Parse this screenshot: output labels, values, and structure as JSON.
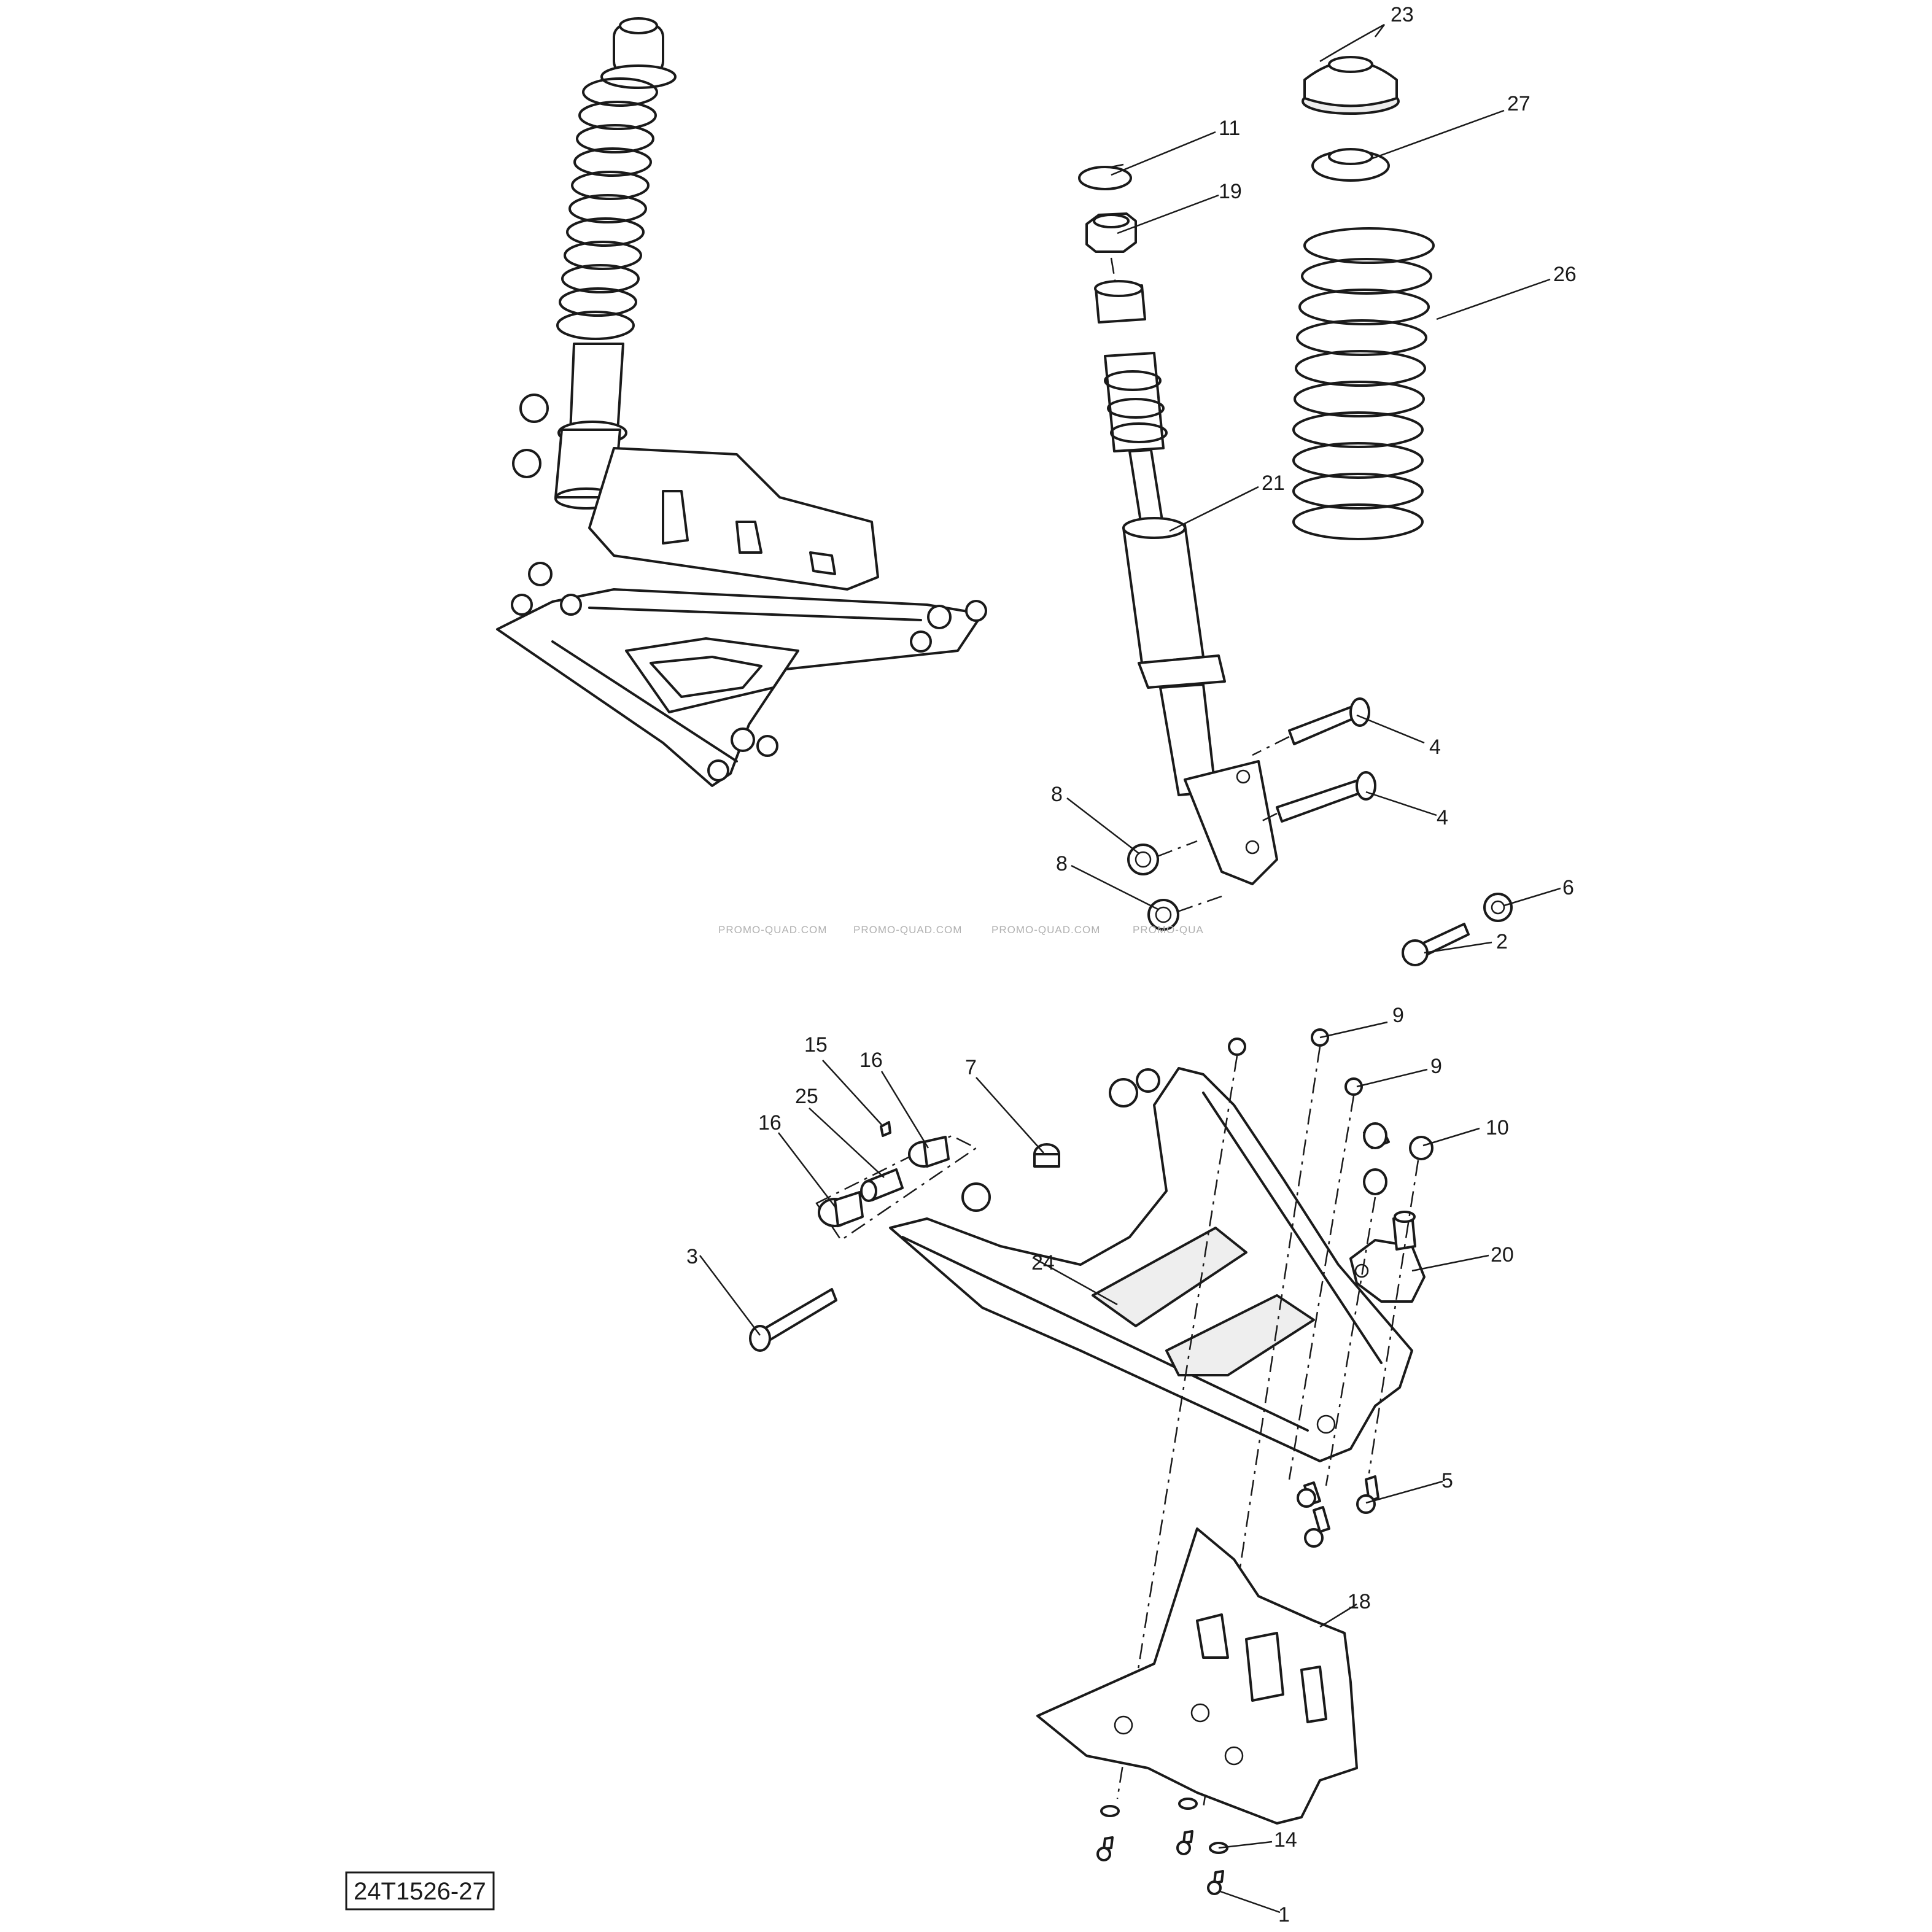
{
  "diagram_ref": "24T1526-27",
  "watermarks": [
    "PROMO-QUAD.COM",
    "PROMO-QUAD.COM",
    "PROMO-QUAD.COM",
    "PROMO-QUA"
  ],
  "callouts": {
    "c23": "23",
    "c27": "27",
    "c11": "11",
    "c19": "19",
    "c26": "26",
    "c21": "21",
    "c4a": "4",
    "c4b": "4",
    "c8a": "8",
    "c8b": "8",
    "c6": "6",
    "c2": "2",
    "c9a": "9",
    "c9b": "9",
    "c10": "10",
    "c20": "20",
    "c15": "15",
    "c16a": "16",
    "c16b": "16",
    "c25": "25",
    "c7": "7",
    "c3": "3",
    "c24": "24",
    "c5": "5",
    "c18": "18",
    "c14": "14",
    "c1": "1"
  }
}
